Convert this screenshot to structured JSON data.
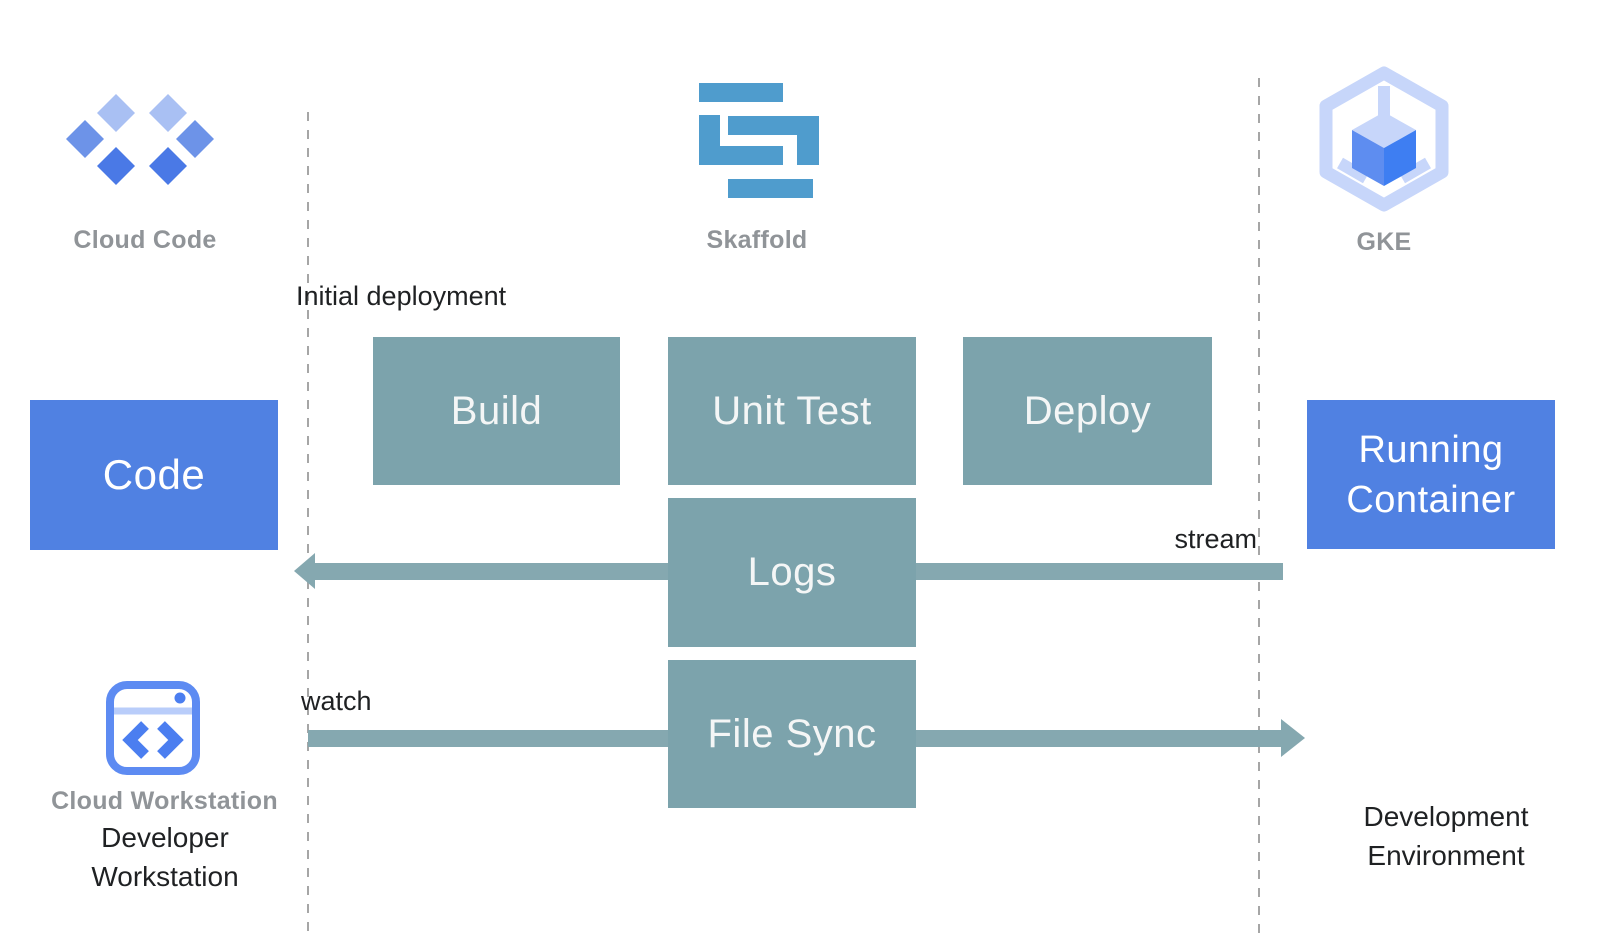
{
  "colors": {
    "blue_box": "#5081e2",
    "teal_box": "#7ca3ac",
    "teal_arrow": "#85a8b0",
    "box_text": "#f4f6f6",
    "skaffold_blue": "#4f9ccd",
    "gray_label": "#909498",
    "text_dark": "#1f2123",
    "diamond_light": "#a9c0f3",
    "diamond_medium": "#6d93e8",
    "diamond_dark": "#4a79e6",
    "gke_light": "#c7d6fa",
    "gke_left_face": "#5e8df0",
    "gke_right_face": "#3e7ef2",
    "ws_outline": "#5d8bf2",
    "ws_divider": "#b9cdfa",
    "ws_glyph": "#4b7ef0",
    "dashed_line": "#a6a6a6"
  },
  "logos": {
    "cloud_code": {
      "label": "Cloud Code"
    },
    "skaffold": {
      "label": "Skaffold"
    },
    "gke": {
      "label": "GKE"
    },
    "cloud_workstation": {
      "label": "Cloud Workstation"
    }
  },
  "nodes": {
    "code": {
      "label": "Code"
    },
    "build": {
      "label": "Build"
    },
    "unit_test": {
      "label": "Unit Test"
    },
    "deploy": {
      "label": "Deploy"
    },
    "logs": {
      "label": "Logs"
    },
    "file_sync": {
      "label": "File Sync"
    },
    "running_container": {
      "label": "Running Container"
    }
  },
  "annotations": {
    "initial_deployment": "Initial deployment",
    "stream": "stream",
    "watch": "watch"
  },
  "footers": {
    "developer_workstation": {
      "lines": [
        "Developer",
        "Workstation"
      ]
    },
    "development_environment": {
      "lines": [
        "Development",
        "Environment"
      ]
    }
  }
}
